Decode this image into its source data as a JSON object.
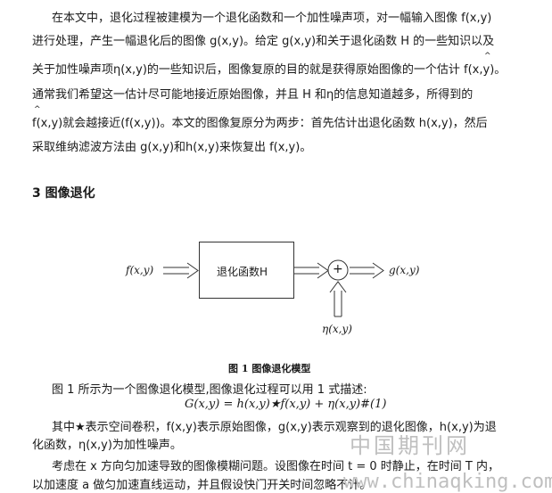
{
  "paragraph1": {
    "line1": "在本文中，退化过程被建模为一个退化函数和一个加性噪声项，对一幅输入图像 f(x,y)",
    "line2": "进行处理，产生一幅退化后的图像 g(x,y)。给定 g(x,y)和关于退化函数 H 的一些知识以及",
    "line3": "关于加性噪声项η(x,y)的一些知识后，图像复原的目的就是获得原始图像的一个估计 f(x,y)。",
    "line4": "通常我们希望这一估计尽可能地接近原始图像，并且 H 和η的信息知道越多，所得到的",
    "line5": "f(x,y)就会越接近(f(x,y))。本文的图像复原分为两步：首先估计出退化函数 h(x,y)，然后",
    "line6": "采取维纳滤波方法由 g(x,y)和h(x,y)来恢复出 f(x,y)。"
  },
  "section_heading": "3 图像退化",
  "diagram": {
    "input_label": "f(x,y)",
    "block_label": "退化函数H",
    "sum_symbol": "+",
    "output_label": "g(x,y)",
    "noise_label": "η(x,y)"
  },
  "figure_caption": "图 1  图像退化模型",
  "paragraph2": {
    "line1": "图 1 所示为一个图像退化模型,图像退化过程可以用 1 式描述:",
    "equation": "G(x,y) = h(x,y)★f(x,y) + η(x,y)#(1)",
    "line2": "其中★表示空间卷积，f(x,y)表示原始图像，g(x,y)表示观察到的退化图像，h(x,y)为退",
    "line3": "化函数，η(x,y)为加性噪声。"
  },
  "paragraph3": {
    "line1": "考虑在 x 方向匀加速导致的图像模糊问题。设图像在时间 t = 0 时静止，在时间 T 内，",
    "line2": "以加速度 a 做匀加速直线运动，并且假设快门开关时间忽略不计。"
  },
  "watermark": {
    "cn": "中国期刊网",
    "url": "www.chinaqking.com"
  }
}
